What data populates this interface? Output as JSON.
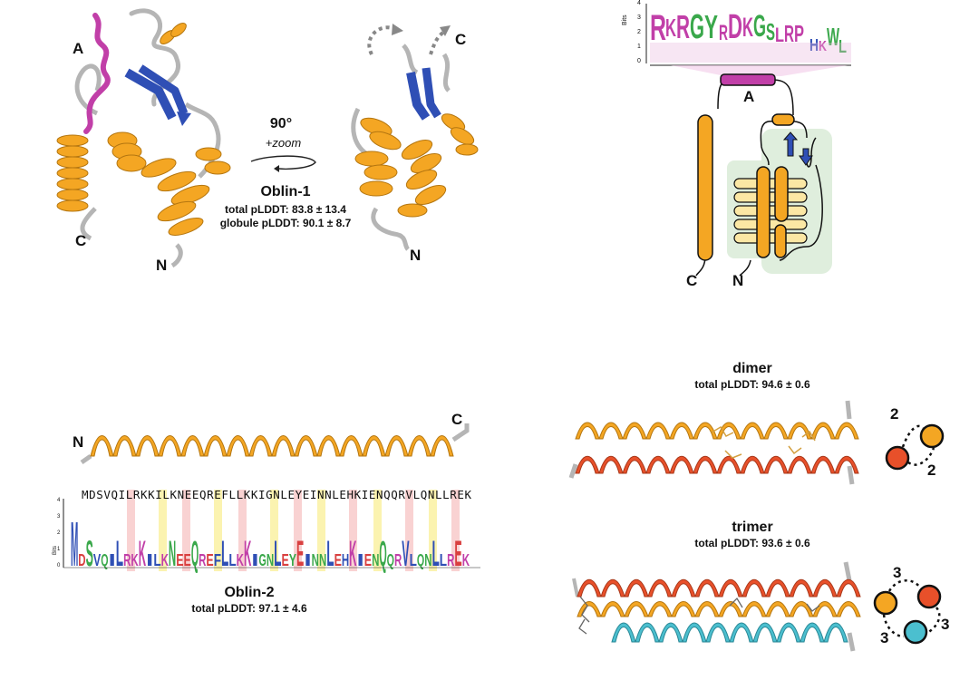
{
  "oblin1": {
    "name": "Oblin-1",
    "rotation": "90°",
    "zoom": "+zoom",
    "total_plddt": "total pLDDT: 83.8 ± 13.4",
    "globule_plddt": "globule pLDDT: 90.1 ± 8.7",
    "left_labels": {
      "a": "A",
      "c": "C",
      "n": "N"
    },
    "right_labels": {
      "c": "C",
      "n": "N"
    }
  },
  "topology": {
    "logo_axis_title": "Bits",
    "logo_ticks": [
      "0",
      "1",
      "2",
      "3",
      "4"
    ],
    "logo_letters": "RKRGYRDKGSLRPHKWL",
    "helix_label": "A",
    "c_label": "C",
    "n_label": "N"
  },
  "oblin2": {
    "name": "Oblin-2",
    "total_plddt": "total pLDDT: 97.1 ± 4.6",
    "n_label": "N",
    "c_label": "C",
    "sequence": "MDSVQILRKKILKNEEQREFLLKKIGNLEYEINNLEHKIENQQRVLQNLLREK",
    "logo_axis_title": "Bits",
    "logo_ticks": [
      "0",
      "1",
      "2",
      "3",
      "4"
    ]
  },
  "dimer": {
    "name": "dimer",
    "total_plddt": "total pLDDT: 94.6 ± 0.6",
    "count_top": "2",
    "count_bottom": "2"
  },
  "trimer": {
    "name": "trimer",
    "total_plddt": "total pLDDT: 93.6 ± 0.6",
    "count_top": "3",
    "count_right": "3",
    "count_left": "3"
  },
  "colors": {
    "helix_orange": "#f4a623",
    "helix_red": "#e8502a",
    "helix_cyan": "#4bbfcf",
    "strand_blue": "#2f4fb5",
    "motif_magenta": "#c13fa8",
    "loop_grey": "#b5b5b5",
    "highlight_green": "#dfeedd",
    "pale_yellow": "#fbe7a4"
  }
}
